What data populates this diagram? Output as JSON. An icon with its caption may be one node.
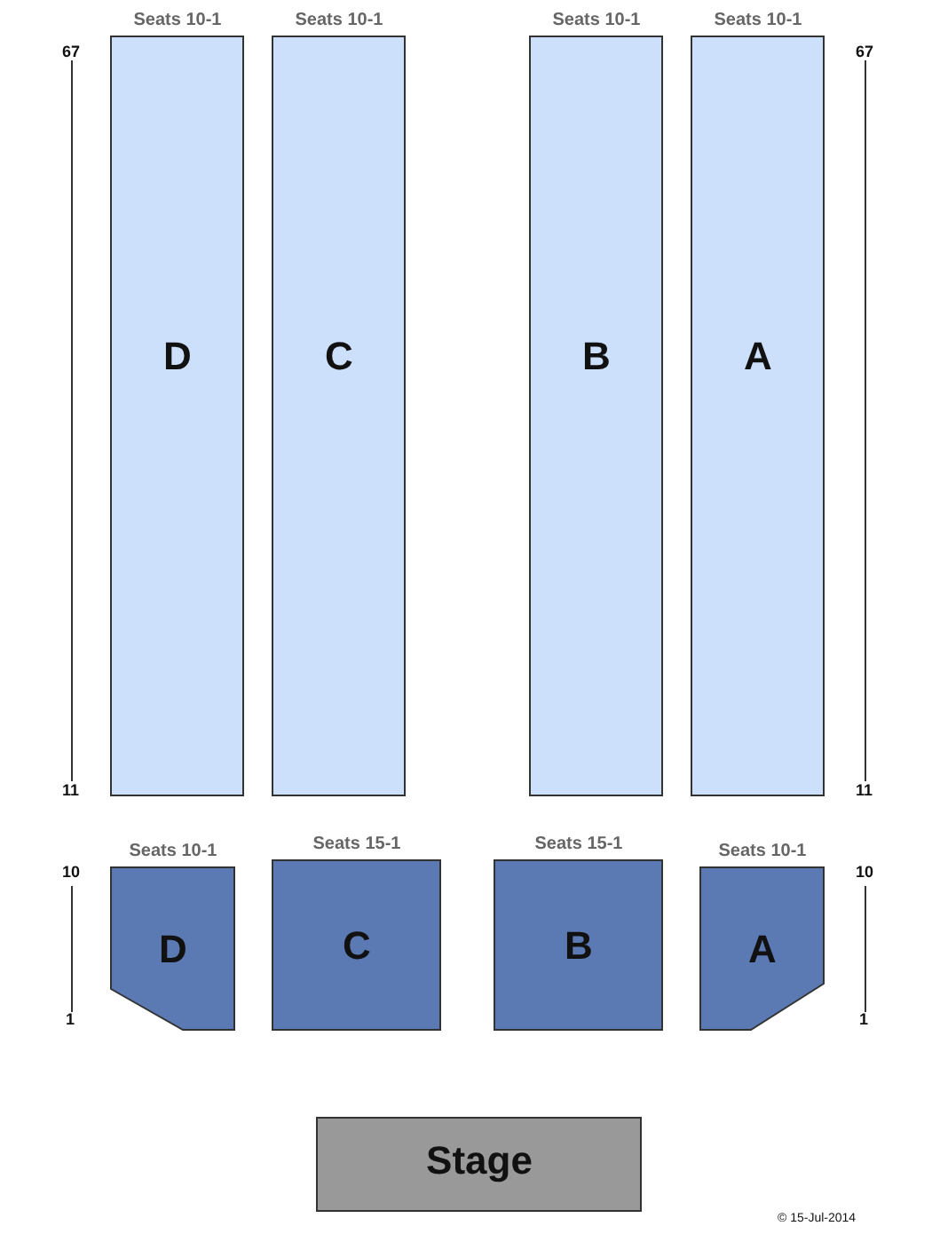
{
  "diagram": {
    "nodes": [
      {
        "text": [
          "Seats 10-1",
          "D"
        ]
      },
      {
        "text": [
          "Seats 10-1",
          "C"
        ]
      },
      {
        "text": [
          "Seats 10-1",
          "B"
        ]
      },
      {
        "text": [
          "Seats 10-1",
          "A"
        ]
      },
      {
        "text": [
          "Seats 10-1",
          "D"
        ]
      },
      {
        "text": [
          "Seats 15-1",
          "C"
        ]
      },
      {
        "text": [
          "Seats 15-1",
          "B"
        ]
      },
      {
        "text": [
          "Seats 10-1",
          "A"
        ]
      },
      {
        "text": [
          "Stage"
        ]
      }
    ],
    "labels": [
      "67",
      "67",
      "11",
      "11",
      "10",
      "10",
      "1",
      "1",
      "© 15-Jul-2014"
    ]
  }
}
